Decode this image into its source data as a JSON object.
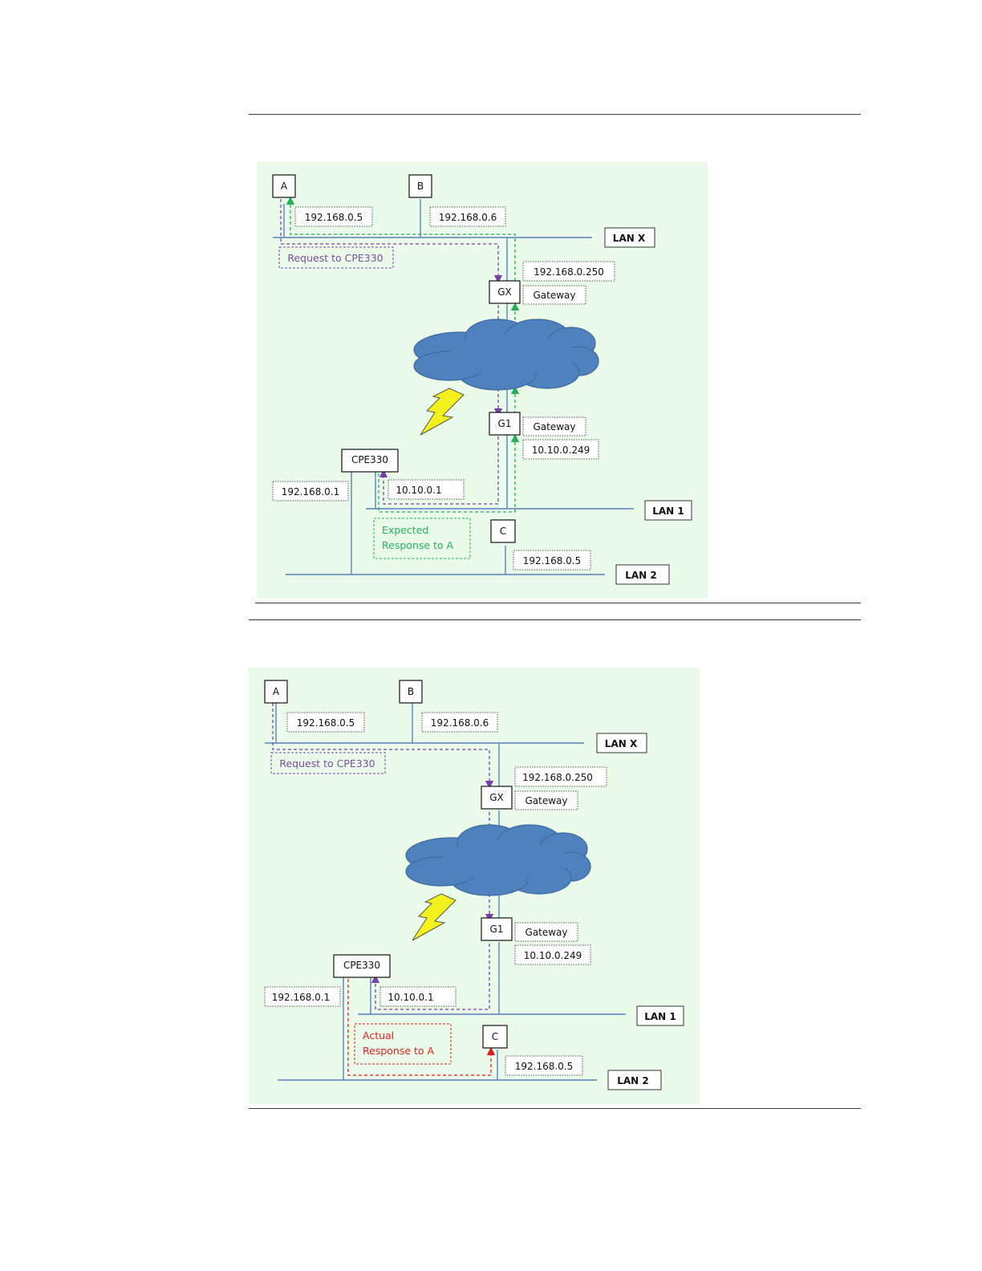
{
  "colors": {
    "panel_bg": "#ebfbea",
    "lan_line": "#5a7fbf",
    "request_path": "#7a3fae",
    "expected_path": "#23b05a",
    "actual_path": "#e01b1b",
    "cloud": "#4f81bd",
    "lightning": "#f3f21c"
  },
  "figure1": {
    "nodes": {
      "a": "A",
      "b": "B",
      "gx": "GX",
      "g1": "G1",
      "cpe": "CPE330",
      "c": "C"
    },
    "ips": {
      "a": "192.168.0.5",
      "b": "192.168.0.6",
      "gx": "192.168.0.250",
      "gx_role": "Gateway",
      "g1_role": "Gateway",
      "g1": "10.10.0.249",
      "cpe_lan1": "10.10.0.1",
      "cpe_lan2": "192.168.0.1",
      "c": "192.168.0.5"
    },
    "lans": {
      "x": "LAN X",
      "one": "LAN 1",
      "two": "LAN 2"
    },
    "request_label": "Request to CPE330",
    "response_label_1": "Expected",
    "response_label_2": "Response to A"
  },
  "figure2": {
    "nodes": {
      "a": "A",
      "b": "B",
      "gx": "GX",
      "g1": "G1",
      "cpe": "CPE330",
      "c": "C"
    },
    "ips": {
      "a": "192.168.0.5",
      "b": "192.168.0.6",
      "gx": "192.168.0.250",
      "gx_role": "Gateway",
      "g1_role": "Gateway",
      "g1": "10.10.0.249",
      "cpe_lan1": "10.10.0.1",
      "cpe_lan2": "192.168.0.1",
      "c": "192.168.0.5"
    },
    "lans": {
      "x": "LAN X",
      "one": "LAN 1",
      "two": "LAN 2"
    },
    "request_label": "Request to CPE330",
    "response_label_1": "Actual",
    "response_label_2": "Response to A"
  }
}
